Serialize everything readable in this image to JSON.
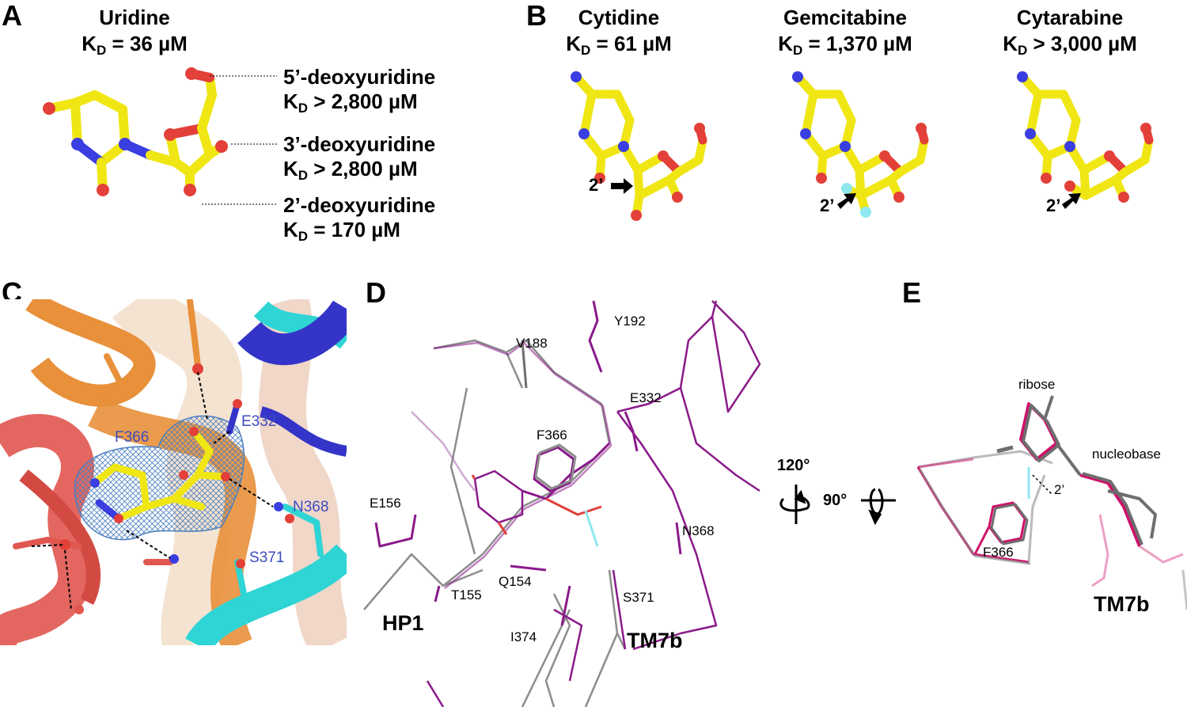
{
  "panels": {
    "A": {
      "label": "A",
      "compound": "Uridine",
      "kd_prefix": "K",
      "kd_sub": "D",
      "kd_value": " = 36 µM",
      "derivatives": [
        {
          "name": "5’-deoxyuridine",
          "kd_value": " > 2,800 µM"
        },
        {
          "name": "3’-deoxyuridine",
          "kd_value": " > 2,800 µM"
        },
        {
          "name": "2’-deoxyuridine",
          "kd_value": " = 170 µM"
        }
      ]
    },
    "B": {
      "label": "B",
      "compounds": [
        {
          "name": "Cytidine",
          "kd_value": " = 61 µM",
          "position_label": "2’"
        },
        {
          "name": "Gemcitabine",
          "kd_value": " = 1,370 µM",
          "position_label": "2’"
        },
        {
          "name": "Cytarabine",
          "kd_value": " > 3,000 µM",
          "position_label": "2’"
        }
      ]
    },
    "C": {
      "label": "C",
      "residues": [
        "F366",
        "E332",
        "N368",
        "S371"
      ]
    },
    "D": {
      "label": "D",
      "residues": [
        "Y192",
        "V188",
        "E332",
        "F366",
        "E156",
        "N368",
        "T155",
        "Q154",
        "S371",
        "I374"
      ],
      "regions": [
        "HP1",
        "TM7b"
      ]
    },
    "rotation": {
      "angle1": "120°",
      "angle2": "90°"
    },
    "E": {
      "label": "E",
      "labels": [
        "ribose",
        "nucleobase",
        "2’",
        "F366"
      ],
      "region": "TM7b"
    }
  },
  "colors": {
    "carbon": "#f0e614",
    "nitrogen": "#3a3ee0",
    "oxygen": "#e3403a",
    "fluorine": "#8fe8f0",
    "helix_orange": "#e8903a",
    "helix_red": "#e0574f",
    "helix_cyan": "#2fd4d4",
    "helix_blue": "#3434c8",
    "mesh": "#4a7fc0",
    "trace_magenta": "#8a1a8a",
    "trace_grey": "#8c8c8c",
    "trace_pink": "#d0106a"
  }
}
